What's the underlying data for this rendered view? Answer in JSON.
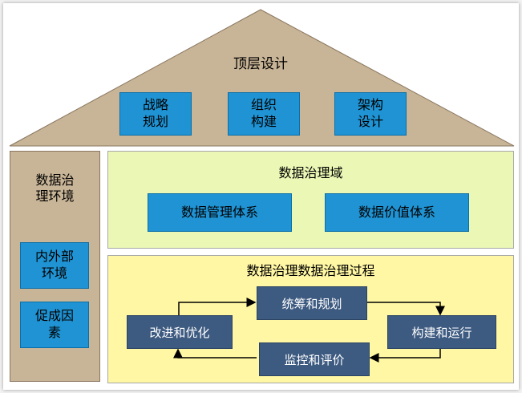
{
  "roof": {
    "title": "顶层设计",
    "boxes": [
      {
        "line1": "战略",
        "line2": "规划"
      },
      {
        "line1": "组织",
        "line2": "构建"
      },
      {
        "line1": "架构",
        "line2": "设计"
      }
    ]
  },
  "environment": {
    "title_line1": "数据治",
    "title_line2": "理环境",
    "box1_line1": "内外部",
    "box1_line2": "环境",
    "box2_line1": "促成因",
    "box2_line2": "素"
  },
  "domain": {
    "title": "数据治理域",
    "box1": "数据管理体系",
    "box2": "数据价值体系"
  },
  "process": {
    "title": "数据治理数据治理过程",
    "steps": {
      "plan": "统筹和规划",
      "build": "构建和运行",
      "monitor": "监控和评价",
      "improve": "改进和优化"
    }
  },
  "colors": {
    "roof": "#c8b496",
    "blue_box": "#1f93d3",
    "domain_bg": "#eaf7b5",
    "process_bg": "#fff7a3",
    "step_box": "#3d5a80"
  }
}
